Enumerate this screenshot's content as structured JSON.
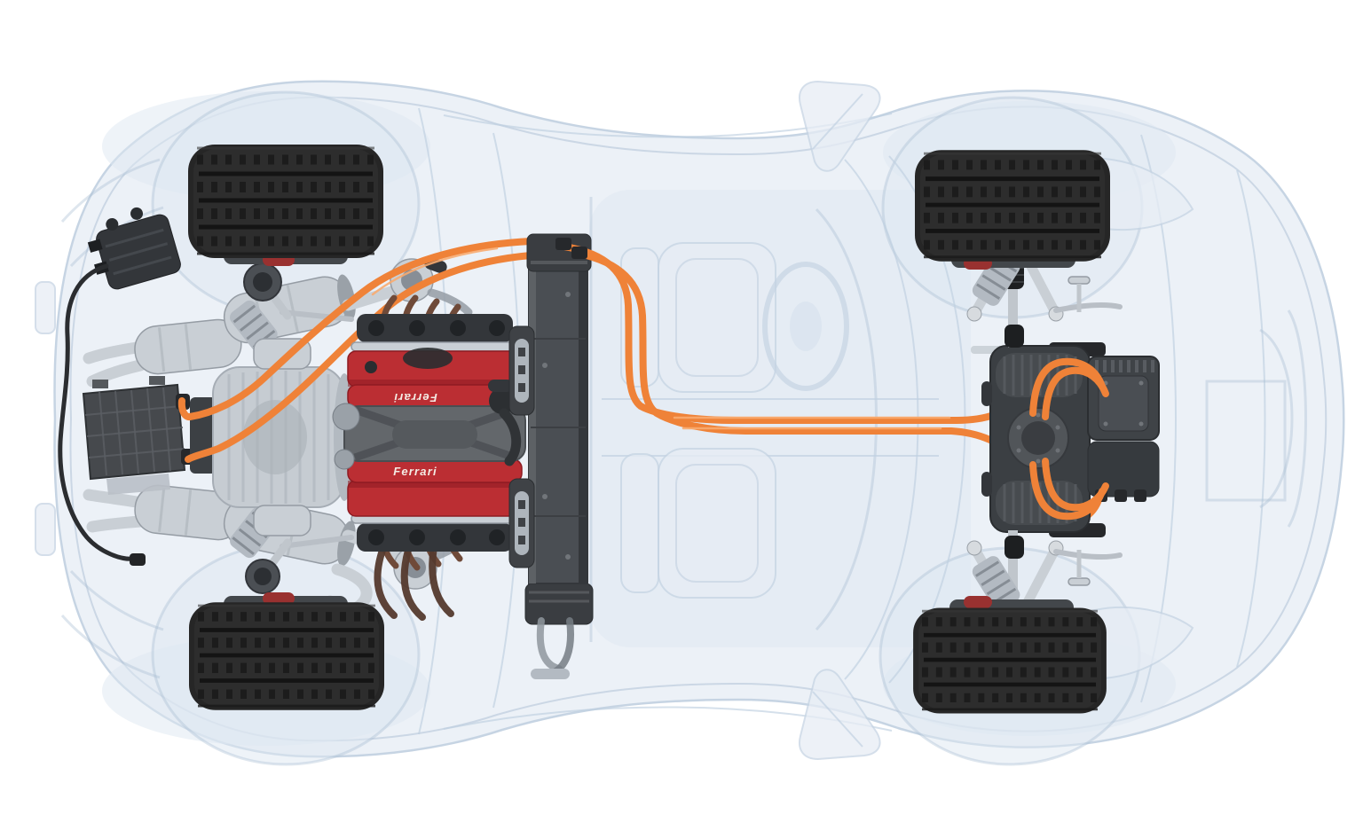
{
  "meta": {
    "title": "Hybrid supercar powertrain cutaway — top view",
    "view": "top-down x-ray illustration",
    "front_direction": "right",
    "rear_direction": "left"
  },
  "theme": {
    "bg": "#ffffff",
    "ghost-fill": "#ecf1f7",
    "ghost-fill-2": "#dde7f1",
    "ghost-stroke": "#c6d4e3",
    "ghost-stroke-deep": "#a9bdd2",
    "ghost-blue": "#bfcfe0",
    "tire": "#262626",
    "tire-groove": "#141414",
    "rim": "#43474b",
    "caliper": "#993130",
    "silver": "#c9cfd5",
    "silver-sh": "#959ca4",
    "bronze": "#6f4a39",
    "bronze-dark": "#54392d",
    "red": "#bb2e33",
    "red-dark": "#8e1b22",
    "grey-dark": "#33363a",
    "grey-mid": "#46494d",
    "battery": "#4a4e53",
    "battery-dark": "#3a3d41",
    "orange": "#ef8238",
    "orange-hi": "#f8ab70",
    "white-text": "#f4ece5"
  },
  "engine": {
    "brand_label": "Ferrari",
    "type_hint": "V8 with red cam covers, grey intake plenum, bronze exhaust headers"
  },
  "components": {
    "battery_pack": "high-voltage battery, center tunnel",
    "hv_cables": "orange high-voltage cables battery-to-front-axle and battery-to-rear-unit",
    "front_e_axle": "front electric axle with inverter and cable loops",
    "gearbox": "rear transaxle casing",
    "exhaust": "twin silencers, catalytic converters, turbos, tailpipes at rear-left",
    "rear_control_unit": "tilted black ECU with black loom",
    "rear_power_module": "grid-textured converter box",
    "wheels": "four tires with tread, red caliper glimpses",
    "mirrors": "two door mirrors",
    "interior_ghost": "two seats, steering wheel, windshield arcs"
  }
}
